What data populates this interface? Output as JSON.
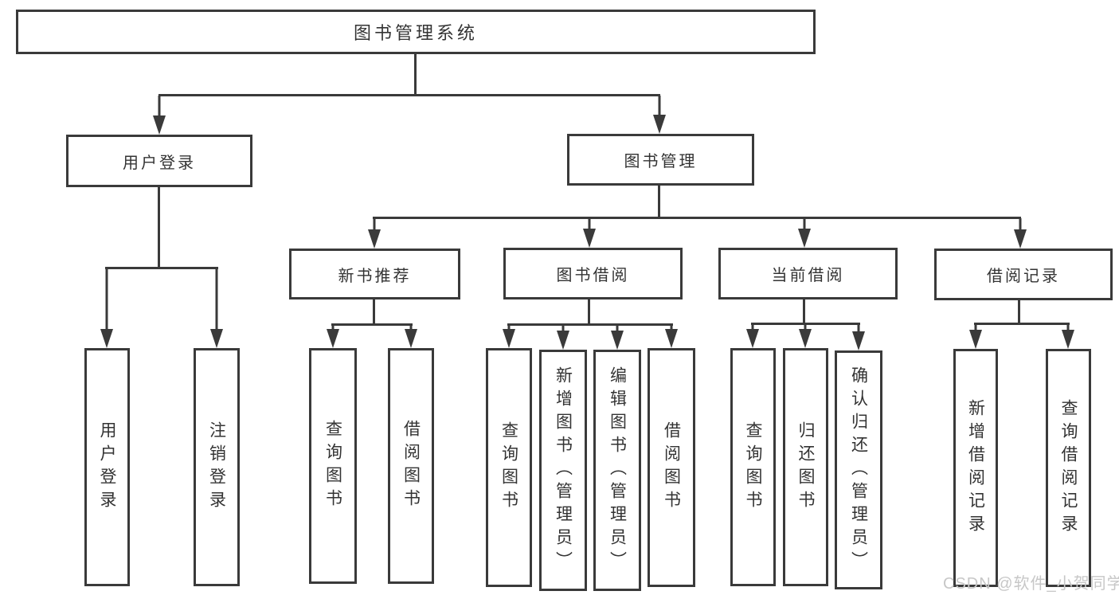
{
  "colors": {
    "line": "#3a3a3a",
    "text": "#333333",
    "bg": "#ffffff",
    "watermark": "#c7c7c7"
  },
  "tree": {
    "root": "图书管理系统",
    "branches": [
      {
        "label": "用户登录",
        "leaves": [
          "用户登录",
          "注销登录"
        ]
      },
      {
        "label": "图书管理",
        "sections": [
          {
            "label": "新书推荐",
            "leaves": [
              "查询图书",
              "借阅图书"
            ]
          },
          {
            "label": "图书借阅",
            "leaves": [
              "查询图书",
              "新增图书（管理员）",
              "编辑图书（管理员）",
              "借阅图书"
            ]
          },
          {
            "label": "当前借阅",
            "leaves": [
              "查询图书",
              "归还图书",
              "确认归还（管理员）"
            ]
          },
          {
            "label": "借阅记录",
            "leaves": [
              "新增借阅记录",
              "查询借阅记录"
            ]
          }
        ]
      }
    ]
  },
  "watermark": {
    "text": "CSDN @软件_小贺同学"
  }
}
